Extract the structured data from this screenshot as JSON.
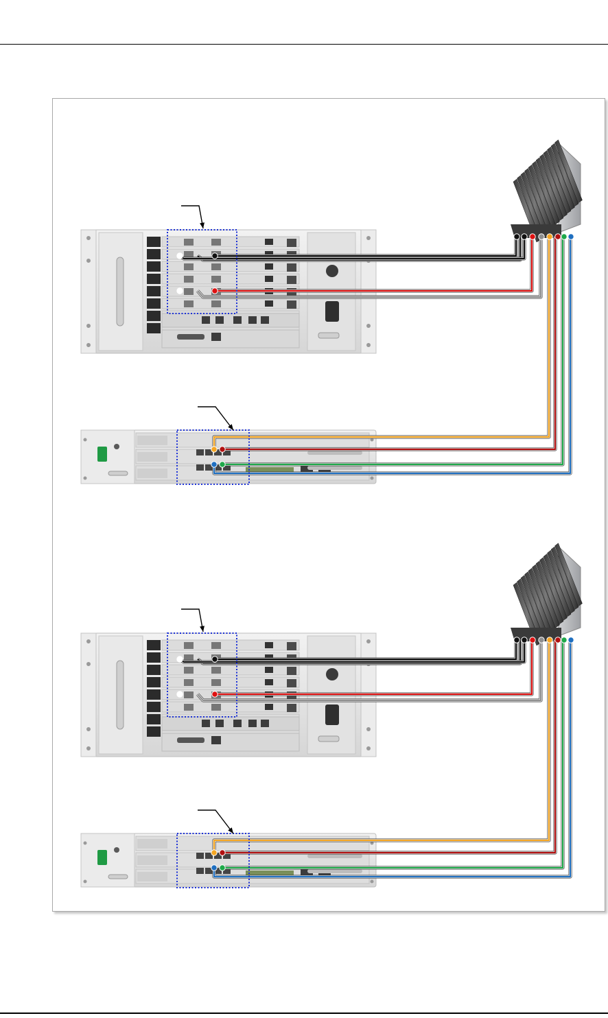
{
  "colors": {
    "cable_black": "#111111",
    "cable_red": "#dd1111",
    "cable_grey": "#8f8f8f",
    "cable_orange": "#f5a623",
    "cable_darkred": "#b01010",
    "cable_green": "#1fa84a",
    "cable_blue": "#1f6fc0",
    "highlight_border": "#1a2fd6",
    "frame_border": "#a8a8a8",
    "chassis": "#e4e4e4"
  },
  "devices": {
    "upper_group": [
      "chassis-large-top",
      "chassis-slim-top",
      "heatsink-unit-top"
    ],
    "lower_group": [
      "chassis-large-bottom",
      "chassis-slim-bottom",
      "heatsink-unit-bottom"
    ]
  },
  "icons": [
    "pointer-arrow-icon",
    "heatsink-icon",
    "sfp-port-icon",
    "handle-icon",
    "power-connector-icon"
  ]
}
